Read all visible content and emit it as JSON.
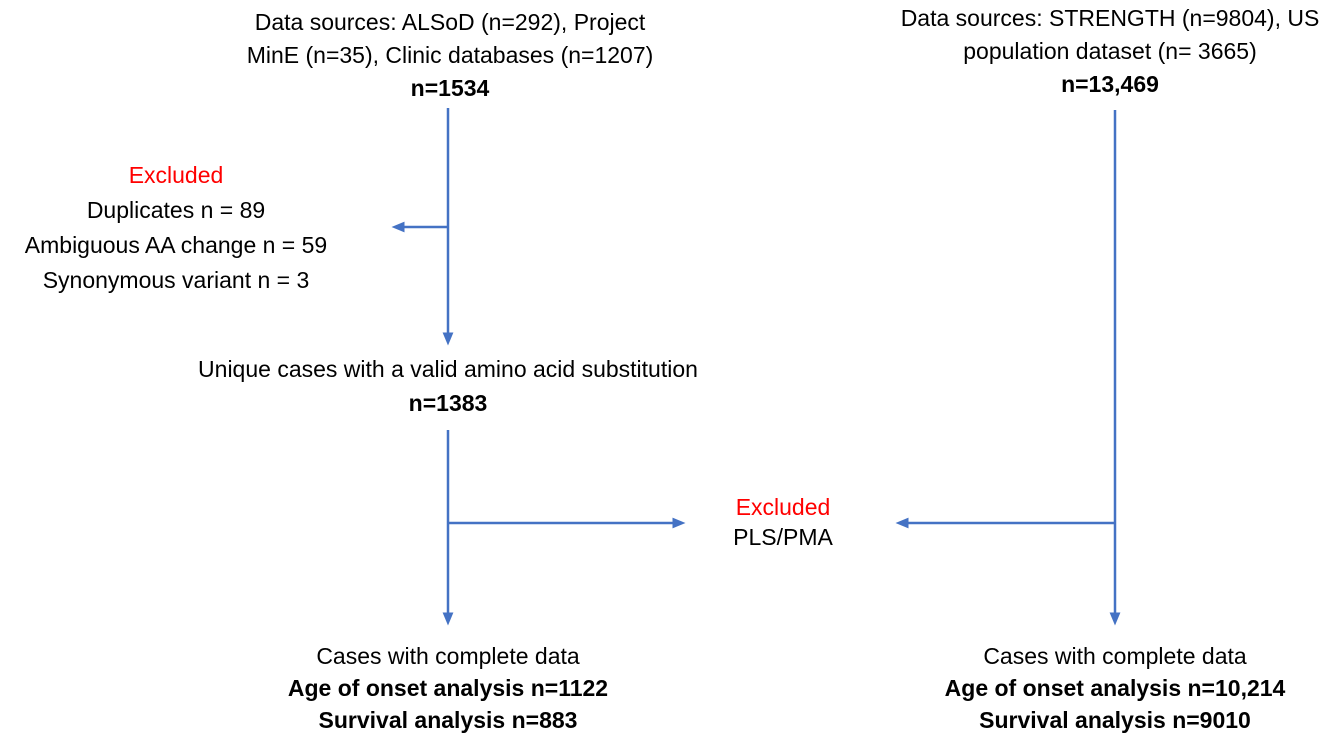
{
  "colors": {
    "arrow": "#4472C4",
    "excluded": "#FF0000",
    "text": "#000000",
    "background": "#FFFFFF"
  },
  "diagram": {
    "left_branch": {
      "source": {
        "line1": "Data sources: ALSoD (n=292), Project",
        "line2": "MinE (n=35), Clinic databases (n=1207)",
        "total": "n=1534"
      },
      "excluded": {
        "label": "Excluded",
        "items": [
          "Duplicates n = 89",
          "Ambiguous AA change n = 59",
          "Synonymous variant n = 3"
        ]
      },
      "unique_cases": {
        "line1": "Unique cases with a valid amino acid substitution",
        "total": "n=1383"
      },
      "complete": {
        "title": "Cases with complete data",
        "age_of_onset": "Age of onset analysis n=1122",
        "survival": "Survival analysis n=883"
      }
    },
    "middle_excluded": {
      "label": "Excluded",
      "item": "PLS/PMA"
    },
    "right_branch": {
      "source": {
        "line1": "Data sources: STRENGTH (n=9804), US",
        "line2": "population dataset (n= 3665)",
        "total": "n=13,469"
      },
      "complete": {
        "title": "Cases with complete data",
        "age_of_onset": "Age of onset analysis n=10,214",
        "survival": "Survival analysis n=9010"
      }
    }
  }
}
